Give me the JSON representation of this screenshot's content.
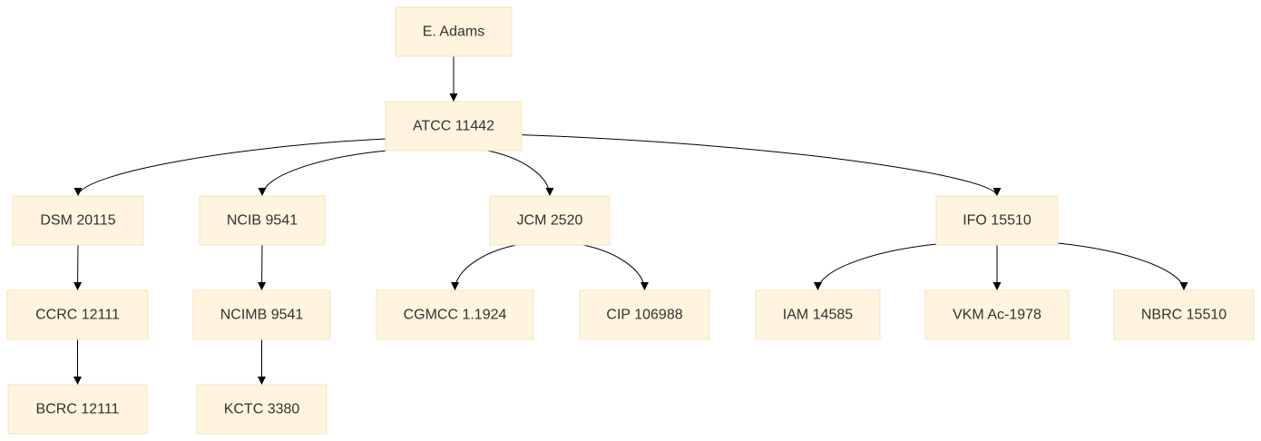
{
  "diagram": {
    "nodes": [
      {
        "id": "n_adams",
        "label": "E. Adams"
      },
      {
        "id": "n_atcc",
        "label": "ATCC 11442"
      },
      {
        "id": "n_dsm",
        "label": "DSM 20115"
      },
      {
        "id": "n_ncib",
        "label": "NCIB 9541"
      },
      {
        "id": "n_jcm",
        "label": "JCM 2520"
      },
      {
        "id": "n_ifo",
        "label": "IFO 15510"
      },
      {
        "id": "n_ccrc",
        "label": "CCRC 12111"
      },
      {
        "id": "n_ncimb",
        "label": "NCIMB 9541"
      },
      {
        "id": "n_cgmcc",
        "label": "CGMCC 1.1924"
      },
      {
        "id": "n_cip",
        "label": "CIP 106988"
      },
      {
        "id": "n_iam",
        "label": "IAM 14585"
      },
      {
        "id": "n_vkm",
        "label": "VKM Ac-1978"
      },
      {
        "id": "n_nbrc",
        "label": "NBRC 15510"
      },
      {
        "id": "n_bcrc",
        "label": "BCRC 12111"
      },
      {
        "id": "n_kctc",
        "label": "KCTC 3380"
      }
    ],
    "edges": [
      {
        "from": "n_adams",
        "to": "n_atcc"
      },
      {
        "from": "n_atcc",
        "to": "n_dsm"
      },
      {
        "from": "n_atcc",
        "to": "n_ncib"
      },
      {
        "from": "n_atcc",
        "to": "n_jcm"
      },
      {
        "from": "n_atcc",
        "to": "n_ifo"
      },
      {
        "from": "n_dsm",
        "to": "n_ccrc"
      },
      {
        "from": "n_ccrc",
        "to": "n_bcrc"
      },
      {
        "from": "n_ncib",
        "to": "n_ncimb"
      },
      {
        "from": "n_ncimb",
        "to": "n_kctc"
      },
      {
        "from": "n_jcm",
        "to": "n_cgmcc"
      },
      {
        "from": "n_jcm",
        "to": "n_cip"
      },
      {
        "from": "n_ifo",
        "to": "n_iam"
      },
      {
        "from": "n_ifo",
        "to": "n_vkm"
      },
      {
        "from": "n_ifo",
        "to": "n_nbrc"
      }
    ]
  }
}
